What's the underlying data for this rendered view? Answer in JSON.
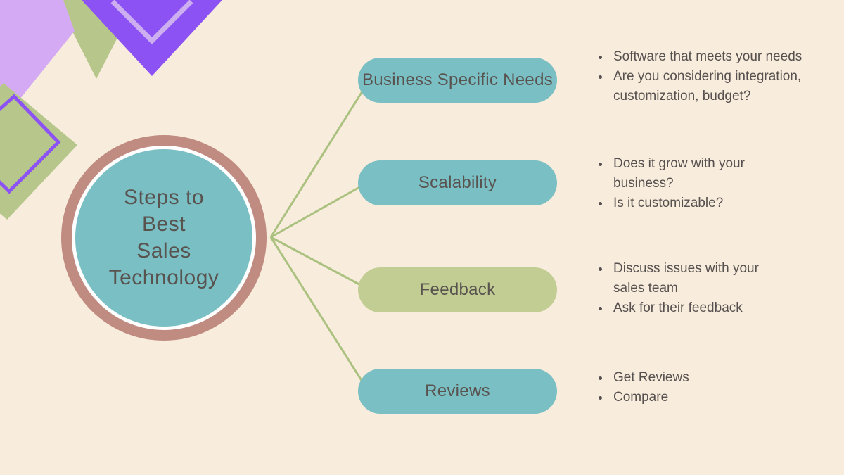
{
  "center": {
    "lines": [
      "Steps to",
      "Best",
      "Sales",
      "Technology"
    ]
  },
  "nodes": [
    {
      "label": "Business Specific Needs",
      "color": "teal",
      "bullets": [
        "Software that meets your needs",
        "Are you considering integration,\ncustomization, budget?"
      ]
    },
    {
      "label": "Scalability",
      "color": "teal",
      "bullets": [
        "Does it grow with your\nbusiness?",
        "Is it customizable?"
      ]
    },
    {
      "label": "Feedback",
      "color": "green",
      "bullets": [
        "Discuss issues with your\nsales team",
        "Ask for their feedback"
      ]
    },
    {
      "label": "Reviews",
      "color": "teal",
      "bullets": [
        "Get Reviews",
        "Compare"
      ]
    }
  ],
  "palette": {
    "background": "#f8ecdc",
    "teal": "#7abfc4",
    "hub_ring": "#c08b80",
    "hub_inner_ring": "#ffffff",
    "pill_green": "#c2cd93",
    "connector_line": "#abc17f",
    "decor_green": "#b7c78b",
    "decor_purple": "#8c52f3",
    "decor_lavender": "#d5aaf4",
    "decor_lavender_light": "#cdaef0",
    "text": "#595350"
  }
}
